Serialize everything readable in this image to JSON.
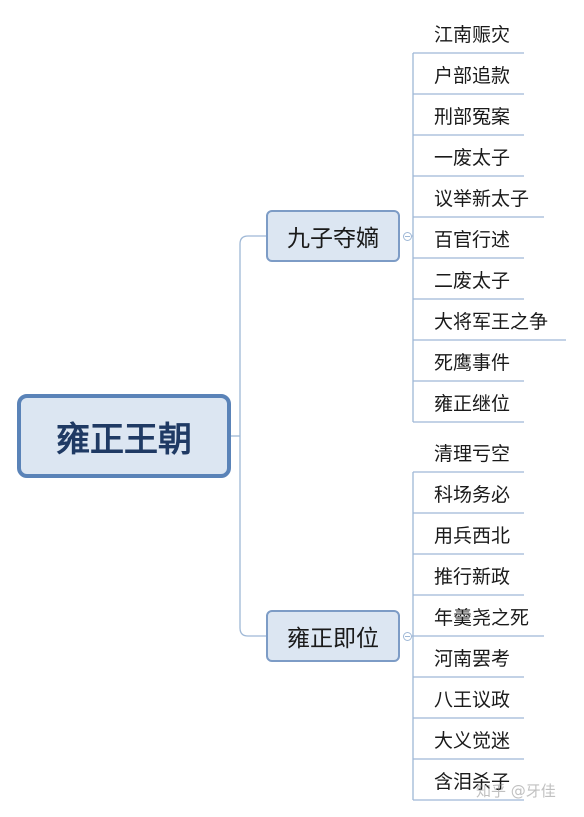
{
  "root": {
    "label": "雍正王朝"
  },
  "branches": [
    {
      "label": "九子夺嫡",
      "items": [
        "江南赈灾",
        "户部追款",
        "刑部冤案",
        "一废太子",
        "议举新太子",
        "百官行述",
        "二废太子",
        "大将军王之争",
        "死鹰事件",
        "雍正继位"
      ]
    },
    {
      "label": "雍正即位",
      "items": [
        "清理亏空",
        "科场务必",
        "用兵西北",
        "推行新政",
        "年羹尧之死",
        "河南罢考",
        "八王议政",
        "大义觉迷",
        "含泪杀子"
      ]
    }
  ],
  "watermark": "知乎 @牙佳",
  "colors": {
    "line": "#9fb8d6",
    "node_fill": "#dce6f2",
    "root_border": "#5a83b8",
    "branch_border": "#7d9cc6"
  }
}
